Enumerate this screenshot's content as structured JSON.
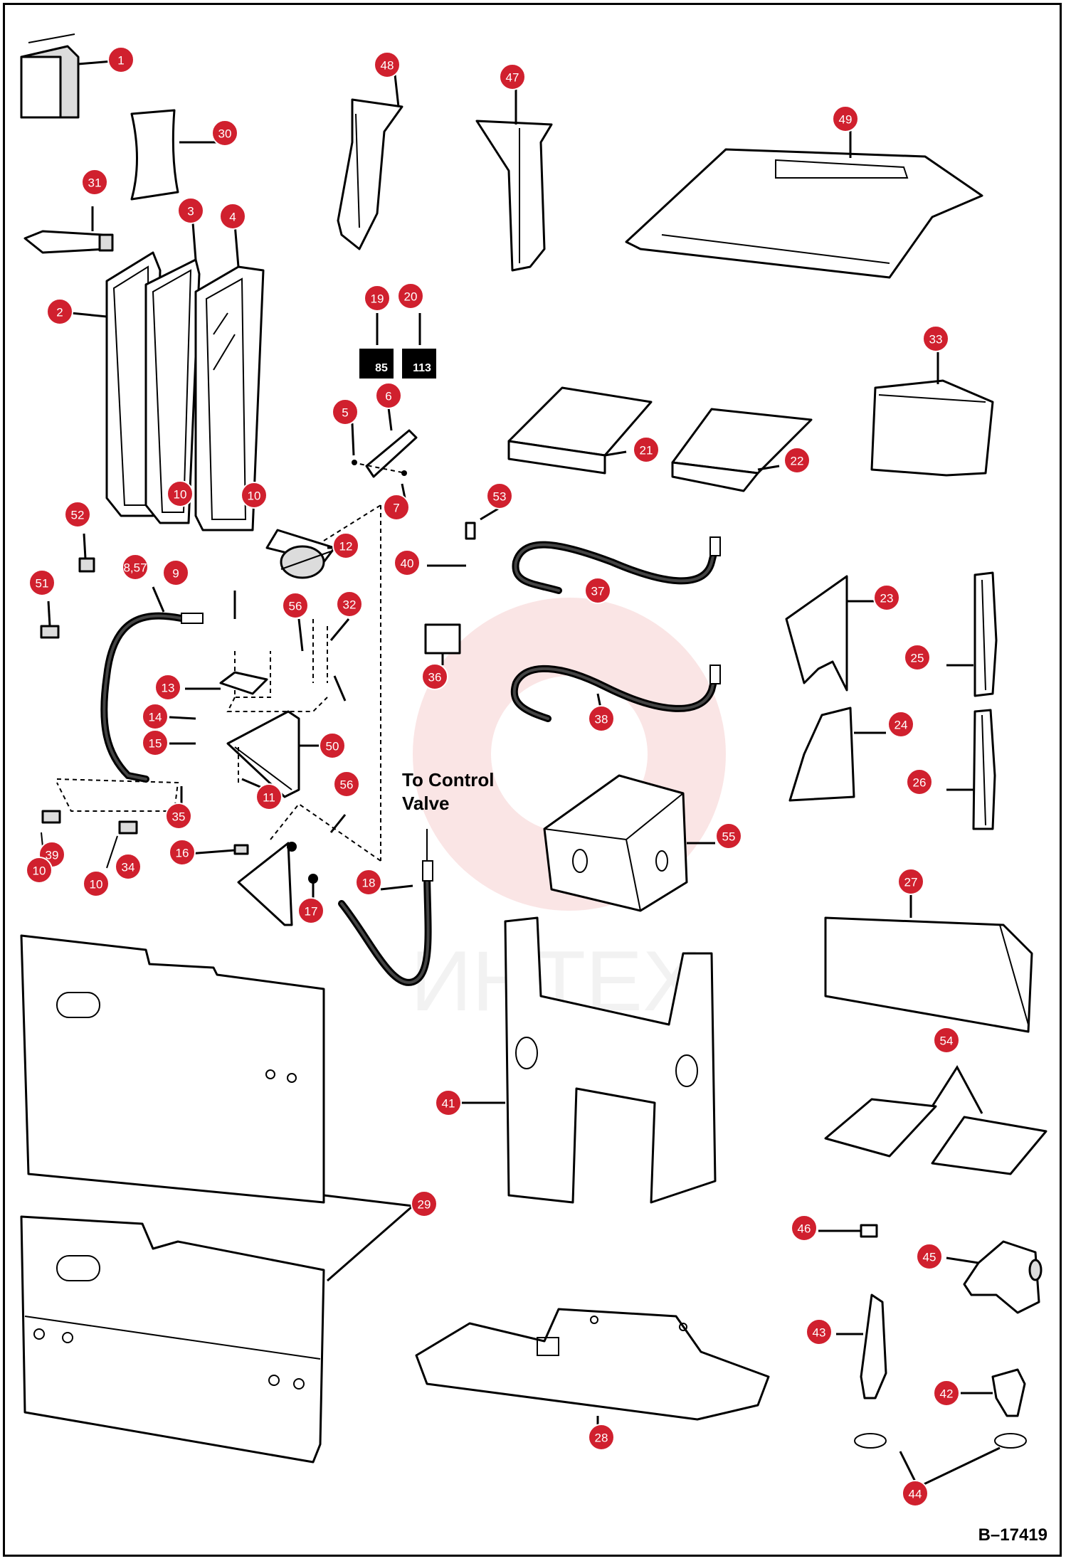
{
  "figure_id": "B–17419",
  "annotation": {
    "line1": "To Control",
    "line2": "Valve"
  },
  "watermark": {
    "text": "ИНТЕХ",
    "color": "#f4c7c7"
  },
  "callout_color": "#d0202e",
  "callouts": [
    "1",
    "2",
    "3",
    "4",
    "5",
    "6",
    "7",
    "8,57",
    "9",
    "10",
    "11",
    "12",
    "13",
    "14",
    "15",
    "16",
    "17",
    "18",
    "19",
    "20",
    "21",
    "22",
    "23",
    "24",
    "25",
    "26",
    "27",
    "28",
    "29",
    "30",
    "31",
    "32",
    "33",
    "34",
    "35",
    "36",
    "37",
    "38",
    "39",
    "40",
    "41",
    "42",
    "43",
    "44",
    "45",
    "46",
    "47",
    "48",
    "49",
    "50",
    "51",
    "52",
    "53",
    "54",
    "55",
    "56"
  ],
  "decal_19": {
    "line1": "85",
    "line2": ""
  },
  "decal_20": {
    "line1": "113",
    "line2": ""
  }
}
